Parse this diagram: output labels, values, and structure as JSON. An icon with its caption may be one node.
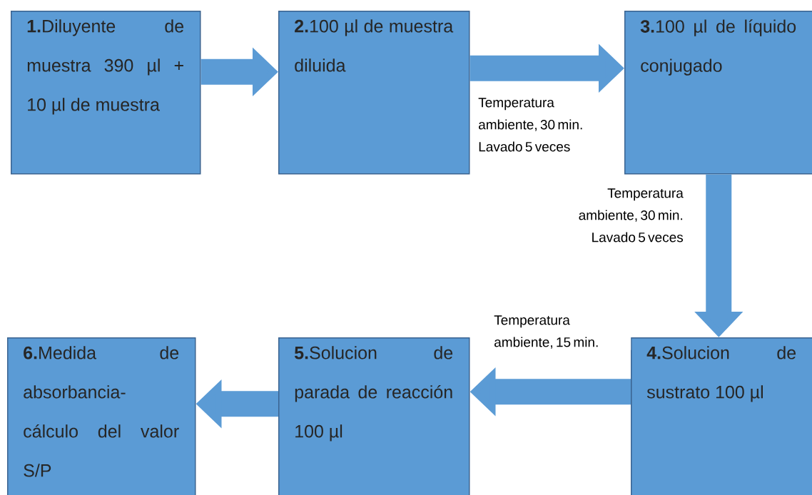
{
  "diagram": {
    "nodes": [
      {
        "text": [
          "**1.**Diluyente de muestra 390 µl + 10 µl de muestra"
        ]
      },
      {
        "text": [
          "**2.**100 µl de muestra diluida"
        ]
      },
      {
        "text": [
          "**3.**100 µl de líquido conjugado"
        ]
      },
      {
        "text": [
          "**4.**Solucion de sustrato 100 µl"
        ]
      },
      {
        "text": [
          "**5.**Solucion de parada de reacción 100 µl"
        ]
      },
      {
        "text": [
          "**6.**Medida de absorbancia-cálculo del valor S/P"
        ]
      }
    ],
    "edges": [
      {
        "from": 0,
        "to": 1,
        "arrow": "to"
      },
      {
        "from": 1,
        "to": 2,
        "arrow": "to",
        "label": "Temperatura ambiente, 30 min. Lavado 5 veces"
      },
      {
        "from": 2,
        "to": 3,
        "arrow": "to",
        "label": "Temperatura ambiente, 30 min. Lavado 5 veces"
      },
      {
        "from": 3,
        "to": 4,
        "arrow": "to",
        "label": "Temperatura ambiente, 15 min."
      },
      {
        "from": 4,
        "to": 5,
        "arrow": "to"
      }
    ]
  }
}
